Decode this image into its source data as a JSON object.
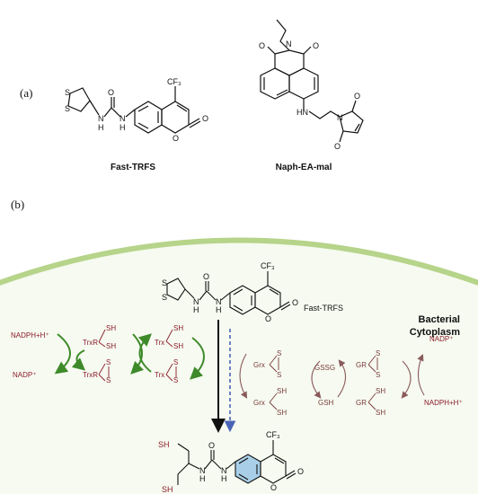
{
  "panel_a": {
    "label": "(a)",
    "compound1": {
      "name": "Fast-TRFS",
      "cf3": "CF₃",
      "nh1": "N",
      "nh1b": "H",
      "nh2": "N",
      "nh2b": "H",
      "o_carbonyl": "O",
      "o_ring": "O",
      "o_lactone": "O",
      "s1": "S",
      "s2": "S"
    },
    "compound2": {
      "name": "Naph-EA-mal",
      "o_top1": "O",
      "n_top": "N",
      "o_top2": "O",
      "hn": "HN",
      "n_mal": "N",
      "o_mal1": "O",
      "o_mal2": "O"
    }
  },
  "panel_b": {
    "label": "(b)",
    "probe_label": "Fast-TRFS",
    "cytoplasm_label_1": "Bacterial",
    "cytoplasm_label_2": "Cytoplasm",
    "probe": {
      "cf3": "CF₃",
      "s1": "S",
      "s2": "S",
      "n1": "N",
      "h1": "H",
      "n2": "N",
      "h2": "H",
      "o_carbonyl": "O",
      "o_ring": "O",
      "o_lactone": "O"
    },
    "product": {
      "cf3": "CF₃",
      "sh1": "SH",
      "sh2": "SH",
      "n1": "N",
      "h1": "H",
      "n2": "N",
      "h2": "H",
      "o_carbonyl": "O",
      "o_ring": "O",
      "o_lactone": "O"
    },
    "trx_system": {
      "nadph": "NADPH+H⁺",
      "nadp": "NADP⁺",
      "trxr_red": "TrxR",
      "trxr_red_sh1": "SH",
      "trxr_red_sh2": "SH",
      "trxr_ox": "TrxR",
      "trxr_ox_s1": "S",
      "trxr_ox_s2": "S",
      "trx_red": "Trx",
      "trx_red_sh1": "SH",
      "trx_red_sh2": "SH",
      "trx_ox": "Trx",
      "trx_ox_s1": "S",
      "trx_ox_s2": "S"
    },
    "grx_system": {
      "grx_ox": "Grx",
      "grx_ox_s1": "S",
      "grx_ox_s2": "S",
      "grx_red": "Grx",
      "grx_red_sh1": "SH",
      "grx_red_sh2": "SH",
      "gssg": "GSSG",
      "gsh": "GSH",
      "gr_ox": "GR",
      "gr_ox_s1": "S",
      "gr_ox_s2": "S",
      "gr_red": "GR",
      "gr_red_sh1": "SH",
      "gr_red_sh2": "SH",
      "nadp": "NADP⁺",
      "nadph": "NADPH+H⁺"
    },
    "colors": {
      "membrane": "#b6d48a",
      "cytoplasm_fill": "#f6faf0",
      "trx_text": "#8b1c2a",
      "trx_arrow": "#3e8a2a",
      "grx_text": "#7a3b3b",
      "coumarin_highlight": "#a9cfe8",
      "dashed_arrow": "#4a64b8"
    }
  }
}
